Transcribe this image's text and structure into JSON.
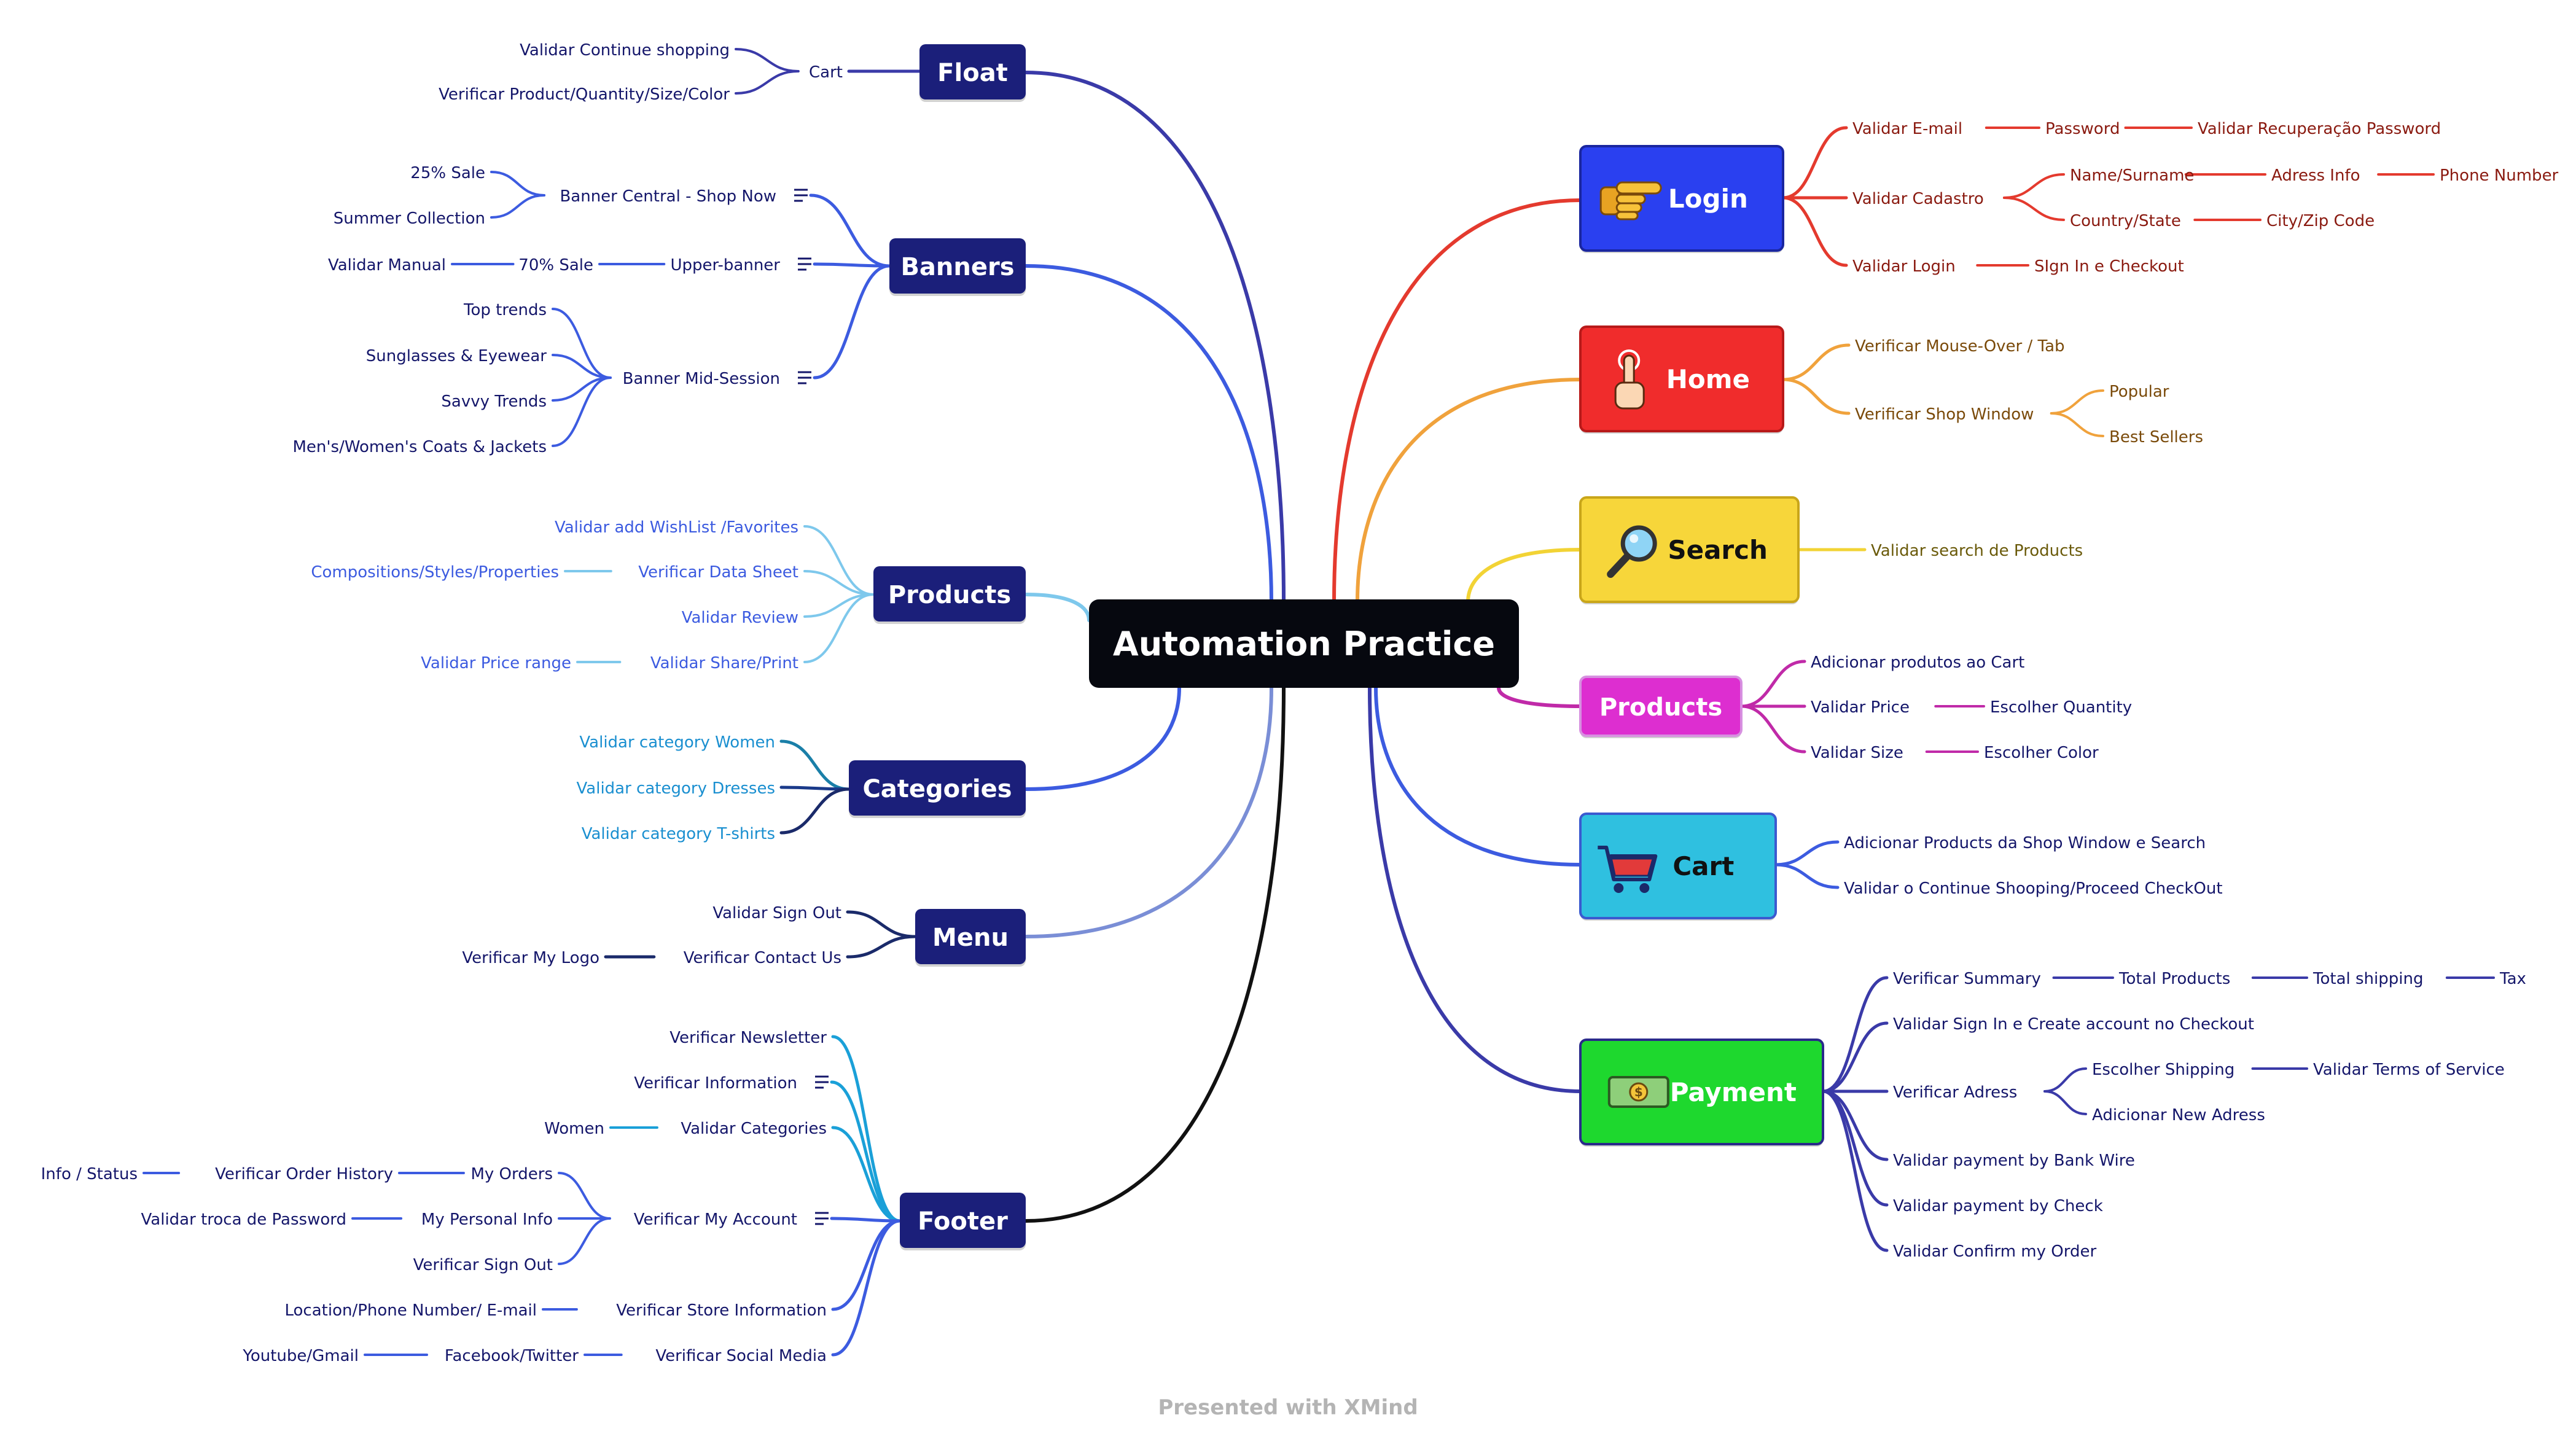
{
  "central": "Automation Practice",
  "footer_text": "Presented with XMind",
  "branches": {
    "float": {
      "label": "Float",
      "color": "#3a3aa8",
      "children": [
        {
          "label": "Cart",
          "children": [
            {
              "label": "Validar Continue shopping"
            },
            {
              "label": "Verificar Product/Quantity/Size/Color"
            }
          ]
        }
      ]
    },
    "banners": {
      "label": "Banners",
      "color": "#3c5be0",
      "children": [
        {
          "label": "Banner Central - Shop Now",
          "notes": true,
          "children": [
            {
              "label": "25% Sale"
            },
            {
              "label": "Summer Collection"
            }
          ]
        },
        {
          "label": "Upper-banner",
          "notes": true,
          "children": [
            {
              "label": "70% Sale",
              "children": [
                {
                  "label": "Validar Manual"
                }
              ]
            }
          ]
        },
        {
          "label": "Banner Mid-Session",
          "notes": true,
          "children": [
            {
              "label": "Top trends"
            },
            {
              "label": "Sunglasses & Eyewear"
            },
            {
              "label": "Savvy Trends"
            },
            {
              "label": "Men's/Women's Coats & Jackets"
            }
          ]
        }
      ]
    },
    "products_left": {
      "label": "Products",
      "color": "#7ec8ec",
      "children": [
        {
          "label": "Validar add WishList /Favorites"
        },
        {
          "label": "Verificar Data Sheet",
          "children": [
            {
              "label": "Compositions/Styles/Properties"
            }
          ]
        },
        {
          "label": "Validar Review"
        },
        {
          "label": "Validar Share/Print",
          "children": [
            {
              "label": "Validar Price range"
            }
          ]
        }
      ]
    },
    "categories": {
      "label": "Categories",
      "color": "#3c5be0",
      "children": [
        {
          "label": "Validar category Women"
        },
        {
          "label": "Validar category Dresses"
        },
        {
          "label": "Validar category T-shirts"
        }
      ]
    },
    "menu": {
      "label": "Menu",
      "color": "#7a8ed6",
      "children": [
        {
          "label": "Validar Sign Out"
        },
        {
          "label": "Verificar Contact Us",
          "children": [
            {
              "label": "Verificar My Logo"
            }
          ]
        }
      ]
    },
    "footer": {
      "label": "Footer",
      "color": "#111111",
      "children": [
        {
          "label": "Verificar Newsletter"
        },
        {
          "label": "Verificar  Information",
          "notes": true
        },
        {
          "label": "Validar Categories",
          "children": [
            {
              "label": "Women"
            }
          ]
        },
        {
          "label": "Verificar My Account",
          "notes": true,
          "children": [
            {
              "label": "My Orders",
              "children": [
                {
                  "label": "Verificar Order History",
                  "children": [
                    {
                      "label": "Info / Status"
                    }
                  ]
                }
              ]
            },
            {
              "label": "My Personal Info",
              "children": [
                {
                  "label": "Validar troca de Password"
                }
              ]
            },
            {
              "label": "Verificar Sign Out"
            }
          ]
        },
        {
          "label": "Verificar Store Information",
          "children": [
            {
              "label": "Location/Phone Number/ E-mail"
            }
          ]
        },
        {
          "label": "Verificar Social Media",
          "children": [
            {
              "label": "Facebook/Twitter",
              "children": [
                {
                  "label": "Youtube/Gmail"
                }
              ]
            }
          ]
        }
      ]
    },
    "login": {
      "label": "Login",
      "color": "#e43a2e",
      "fill": "#2a40f0",
      "icon": "pointing-hand-icon",
      "children": [
        {
          "label": "Validar E-mail",
          "children": [
            {
              "label": "Password",
              "children": [
                {
                  "label": "Validar Recuperação Password"
                }
              ]
            }
          ]
        },
        {
          "label": "Validar Cadastro",
          "children": [
            {
              "label": "Name/Surname",
              "children": [
                {
                  "label": "Adress Info",
                  "children": [
                    {
                      "label": "Phone Number"
                    }
                  ]
                }
              ]
            },
            {
              "label": "Country/State",
              "children": [
                {
                  "label": "City/Zip Code"
                }
              ]
            }
          ]
        },
        {
          "label": "Validar Login",
          "children": [
            {
              "label": "SIgn In e Checkout"
            }
          ]
        }
      ]
    },
    "home": {
      "label": "Home",
      "color": "#f0a23c",
      "fill": "#f02c2c",
      "icon": "touch-hand-icon",
      "children": [
        {
          "label": "Verificar Mouse-Over / Tab"
        },
        {
          "label": "Verificar Shop Window",
          "children": [
            {
              "label": "Popular"
            },
            {
              "label": "Best Sellers"
            }
          ]
        }
      ]
    },
    "search": {
      "label": "Search",
      "color": "#f2d335",
      "fill": "#f7d63a",
      "icon": "magnifier-icon",
      "children": [
        {
          "label": "Validar search de Products"
        }
      ]
    },
    "products_right": {
      "label": "Products",
      "color": "#c02aa8",
      "fill": "#dd2ed0",
      "children": [
        {
          "label": "Adicionar produtos ao Cart"
        },
        {
          "label": "Validar Price",
          "children": [
            {
              "label": "Escolher Quantity"
            }
          ]
        },
        {
          "label": "Validar Size",
          "children": [
            {
              "label": "Escolher Color"
            }
          ]
        }
      ]
    },
    "cart": {
      "label": "Cart",
      "color": "#3c5be0",
      "fill": "#2fc0e0",
      "icon": "shopping-cart-icon",
      "children": [
        {
          "label": "Adicionar Products da Shop Window e Search"
        },
        {
          "label": "Validar o Continue Shooping/Proceed CheckOut"
        }
      ]
    },
    "payment": {
      "label": "Payment",
      "color": "#3a3aa8",
      "fill": "#1ed82e",
      "icon": "money-icon",
      "children": [
        {
          "label": "Verificar Summary",
          "children": [
            {
              "label": "Total Products",
              "children": [
                {
                  "label": "Total shipping",
                  "children": [
                    {
                      "label": "Tax"
                    }
                  ]
                }
              ]
            }
          ]
        },
        {
          "label": "Validar Sign In e Create account no Checkout"
        },
        {
          "label": "Verificar Adress",
          "children": [
            {
              "label": "Escolher Shipping",
              "children": [
                {
                  "label": "Validar Terms of Service"
                }
              ]
            },
            {
              "label": "Adicionar New Adress"
            }
          ]
        },
        {
          "label": "Validar payment by Bank Wire"
        },
        {
          "label": "Validar payment by Check"
        },
        {
          "label": "Validar Confirm my Order"
        }
      ]
    }
  }
}
